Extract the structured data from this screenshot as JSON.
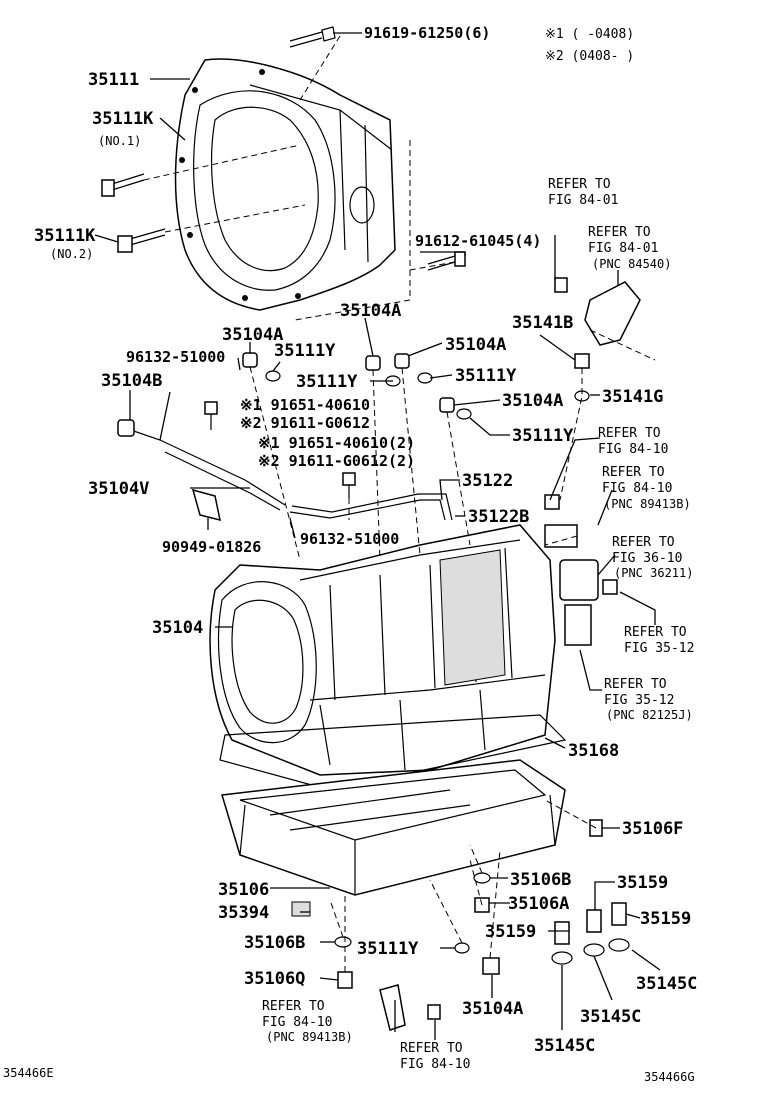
{
  "legend": {
    "line1": "※1 (     -0408)",
    "line2": "※2 (0408-     )"
  },
  "labels": {
    "bolt_top": "91619-61250(6)",
    "housing": "35111",
    "bolt_k1": "35111K",
    "bolt_k1_note": "(NO.1)",
    "bolt_k2": "35111K",
    "bolt_k2_note": "(NO.2)",
    "bolt_mid": "91612-61045(4)",
    "plug_a1": "35104A",
    "plug_a2": "35104A",
    "plug_a3": "35104A",
    "plug_a4": "35104A",
    "plug_a5": "35104A",
    "oring_y1": "35111Y",
    "oring_y2": "35111Y",
    "oring_y3": "35111Y",
    "oring_y4": "35111Y",
    "oring_y5": "35111Y",
    "hose_clip1": "96132-51000",
    "hose_clip2": "96132-51000",
    "breather": "35104B",
    "bolt_alt_1": "※1 91651-40610",
    "bolt_alt_2": "※2 91611-G0612",
    "bolt_alt_3": "※1 91651-40610(2)",
    "bolt_alt_4": "※2 91611-G0612(2)",
    "hose_v": "35104V",
    "clamp": "90949-01826",
    "pipe": "35122",
    "pipe_b": "35122B",
    "sensor_bolt": "35141B",
    "sensor_g": "35141G",
    "trans": "35104",
    "gasket": "35168",
    "drain_f": "35106F",
    "pan": "35106",
    "magnet": "35394",
    "drain_b1": "35106B",
    "drain_b2": "35106B",
    "drain_a": "35106A",
    "drain_q": "35106Q",
    "union1": "35159",
    "union2": "35159",
    "union3": "35159",
    "gasket_c1": "35145C",
    "gasket_c2": "35145C",
    "gasket_c3": "35145C",
    "code_left": "354466E",
    "code_right": "354466G"
  },
  "refers": {
    "r1": [
      "REFER TO",
      "FIG 84-01"
    ],
    "r2": [
      "REFER TO",
      "FIG 84-01",
      "(PNC 84540)"
    ],
    "r3": [
      "REFER TO",
      "FIG 84-10"
    ],
    "r4": [
      "REFER TO",
      "FIG 84-10",
      "(PNC 89413B)"
    ],
    "r5": [
      "REFER TO",
      "FIG 36-10",
      "(PNC 36211)"
    ],
    "r6": [
      "REFER TO",
      "FIG 35-12"
    ],
    "r7": [
      "REFER TO",
      "FIG 35-12",
      "(PNC 82125J)"
    ],
    "r8": [
      "REFER TO",
      "FIG 84-10",
      "(PNC 89413B)"
    ],
    "r9": [
      "REFER TO",
      "FIG 84-10"
    ]
  }
}
